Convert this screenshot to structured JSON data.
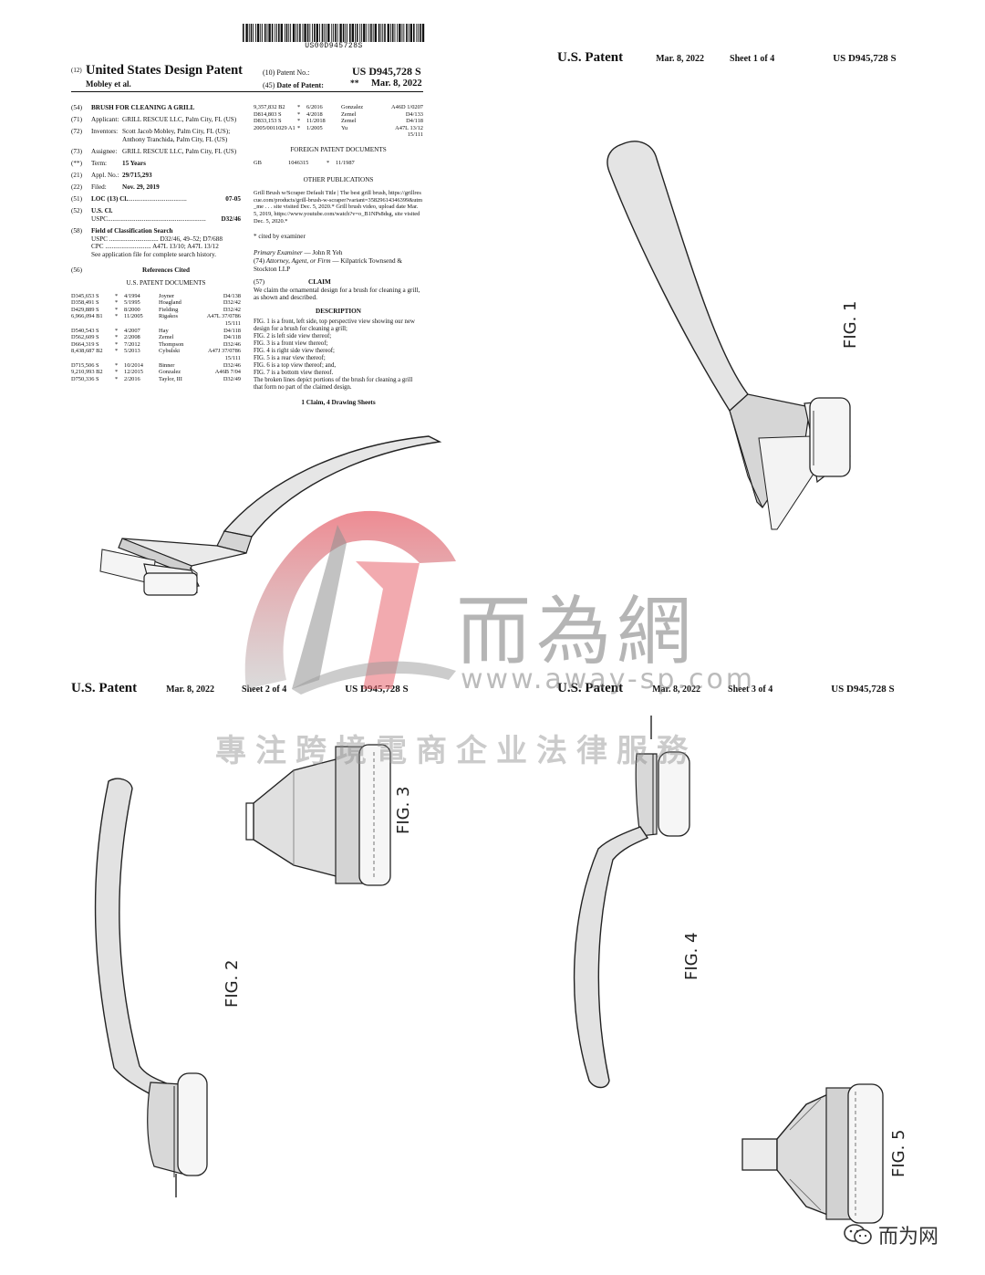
{
  "front_page": {
    "barcode_number": "US00D945728S",
    "code_12": "(12)",
    "title": "United States Design Patent",
    "inventor_short": "Mobley et al.",
    "code_10": "(10)",
    "patent_no_label": "Patent No.:",
    "patent_no": "US D945,728 S",
    "code_45": "(45)",
    "date_label": "Date of Patent:",
    "date_marks": "**",
    "date": "Mar. 8, 2022",
    "fields": [
      {
        "code": "(54)",
        "label": "",
        "value": "BRUSH FOR CLEANING A GRILL"
      },
      {
        "code": "(71)",
        "label": "Applicant:",
        "value": "GRILL RESCUE LLC, Palm City, FL (US)"
      },
      {
        "code": "(72)",
        "label": "Inventors:",
        "value": "Scott Jacob Mobley, Palm City, FL (US); Anthony Tranchida, Palm City, FL (US)"
      },
      {
        "code": "(73)",
        "label": "Assignee:",
        "value": "GRILL RESCUE LLC, Palm City, FL (US)"
      },
      {
        "code": "(**)",
        "label": "Term:",
        "value": "15 Years"
      },
      {
        "code": "(21)",
        "label": "Appl. No.:",
        "value": "29/715,293"
      },
      {
        "code": "(22)",
        "label": "Filed:",
        "value": "Nov. 29, 2019"
      }
    ],
    "loc": {
      "code": "(51)",
      "label": "LOC (13) Cl.",
      "dots": "....................................",
      "value": "07-05"
    },
    "uscl": {
      "code": "(52)",
      "label": "U.S. Cl.",
      "uspc": "USPC",
      "dots": "............................................................",
      "value": "D32/46"
    },
    "field_search": {
      "code": "(58)",
      "label": "Field of Classification Search",
      "uspc": "USPC .............................. D32/46, 49–52; D7/688",
      "cpc": "CPC ............................ A47L 13/10; A47L 13/12",
      "note": "See application file for complete search history."
    },
    "refs_code": "(56)",
    "refs_title": "References Cited",
    "us_docs_title": "U.S. PATENT DOCUMENTS",
    "us_docs": [
      [
        "D345,653 S",
        "*",
        "4/1994",
        "Joyner",
        "D4/138"
      ],
      [
        "D358,491 S",
        "*",
        "5/1995",
        "Hoagland",
        "D32/42"
      ],
      [
        "D429,889 S",
        "*",
        "8/2000",
        "Fielding",
        "D32/42"
      ],
      [
        "6,966,094 B1",
        "*",
        "11/2005",
        "Rigakos",
        "A47L 37/0786"
      ],
      [
        "",
        "",
        "",
        "",
        "15/111"
      ],
      [
        "D540,543 S",
        "*",
        "4/2007",
        "Hay",
        "D4/118"
      ],
      [
        "D562,609 S",
        "*",
        "2/2008",
        "Zemel",
        "D4/118"
      ],
      [
        "D664,319 S",
        "*",
        "7/2012",
        "Thompson",
        "D32/46"
      ],
      [
        "8,438,687 B2",
        "*",
        "5/2013",
        "Cybulski",
        "A47J 37/0786"
      ],
      [
        "",
        "",
        "",
        "",
        "15/111"
      ],
      [
        "D715,506 S",
        "*",
        "10/2014",
        "Binner",
        "D32/46"
      ],
      [
        "9,210,993 B2",
        "*",
        "12/2015",
        "Gonzalez",
        "A46B 7/04"
      ],
      [
        "D750,336 S",
        "*",
        "2/2016",
        "Taylor, III",
        "D32/49"
      ]
    ],
    "us_docs_cont": [
      [
        "9,357,832 B2",
        "*",
        "6/2016",
        "Gonzalez",
        "A46D 1/0207"
      ],
      [
        "D814,803 S",
        "*",
        "4/2018",
        "Zemel",
        "D4/133"
      ],
      [
        "D833,153 S",
        "*",
        "11/2018",
        "Zemel",
        "D4/118"
      ],
      [
        "2005/0011029 A1",
        "*",
        "1/2005",
        "Yu",
        "A47L 13/12"
      ],
      [
        "",
        "",
        "",
        "",
        "15/111"
      ]
    ],
    "foreign_title": "FOREIGN PATENT DOCUMENTS",
    "foreign": {
      "country": "GB",
      "number": "1046315",
      "mark": "*",
      "date": "11/1987"
    },
    "other_title": "OTHER PUBLICATIONS",
    "other_pubs": "Grill Brush w/Scraper Default Title | The best grill brush, https://grillrescue.com/products/grill-brush-w-scraper?variant=35829614346399&utm_me . . . site visited Dec. 5, 2020.* Grill brush video, upload date Mar. 5, 2019, https://www.youtube.com/watch?v=o_B1NPs8dsg, site visited Dec. 5, 2020.*",
    "cited_note": "* cited by examiner",
    "examiner_label": "Primary Examiner",
    "examiner": " — John R Yeh",
    "attorney_code": "(74)",
    "attorney_label": "Attorney, Agent, or Firm",
    "attorney": " — Kilpatrick Townsend & Stockton LLP",
    "claim_code": "(57)",
    "claim_title": "CLAIM",
    "claim_text": "We claim the ornamental design for a brush for cleaning a grill, as shown and described.",
    "desc_title": "DESCRIPTION",
    "desc_lines": [
      "FIG. 1 is a front, left side, top perspective view showing our new design for a brush for cleaning a grill;",
      "FIG. 2 is left side view thereof;",
      "FIG. 3 is a front view thereof;",
      "FIG. 4 is right side view thereof;",
      "FIG. 5 is a rear view thereof;",
      "FIG. 6 is a top view thereof; and,",
      "FIG. 7 is a bottom view thereof.",
      "The broken lines depict portions of the brush for cleaning a grill that form no part of the claimed design."
    ],
    "claims_count": "1 Claim, 4 Drawing Sheets"
  },
  "sheets": {
    "s1": {
      "label": "U.S. Patent",
      "date": "Mar. 8, 2022",
      "sheet": "Sheet 1 of 4",
      "number": "US D945,728 S"
    },
    "s2": {
      "label": "U.S. Patent",
      "date": "Mar. 8, 2022",
      "sheet": "Sheet 2 of 4",
      "number": "US D945,728 S"
    },
    "s3": {
      "label": "U.S. Patent",
      "date": "Mar. 8, 2022",
      "sheet": "Sheet 3 of 4",
      "number": "US D945,728 S"
    }
  },
  "figures": {
    "fig1": "FIG. 1",
    "fig2": "FIG. 2",
    "fig3": "FIG. 3",
    "fig4": "FIG. 4",
    "fig5": "FIG. 5"
  },
  "watermark": {
    "brand_cn": "而為網",
    "url": "www.away-sp.com",
    "slogan_cn": "專注跨境電商企业法律服務",
    "wechat_label": "而为网"
  },
  "colors": {
    "ink": "#111111",
    "drawing_fill": "#e4e4e4",
    "drawing_shade": "#c8c8c8",
    "watermark_red": "#e8646e",
    "watermark_gray": "#8a8a8a"
  }
}
